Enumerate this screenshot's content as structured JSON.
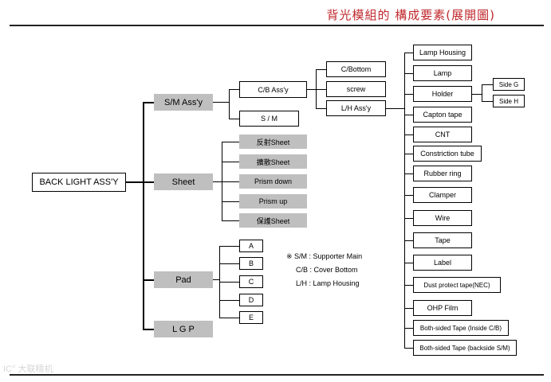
{
  "title": "背光模組的 構成要素(展開圖)",
  "root": "BACK LIGHT ASS'Y",
  "level1": [
    "S/M Ass'y",
    "Sheet",
    "Pad",
    "L G P"
  ],
  "sm": [
    "C/B Ass'y",
    "S / M"
  ],
  "cb": [
    "C/Bottom",
    "screw",
    "L/H Ass'y"
  ],
  "sheets": [
    "反射Sheet",
    "擴散Sheet",
    "Prism down",
    "Prism up",
    "保護Sheet"
  ],
  "pads": [
    "A",
    "B",
    "C",
    "D",
    "E"
  ],
  "lh": [
    "Lamp Housing",
    "Lamp",
    "Holder",
    "Capton tape",
    "CNT",
    "Constriction tube",
    "Rubber ring",
    "Clamper",
    "Wire",
    "Tape",
    "Label",
    "Dust protect tape(NEC)",
    "OHP Film",
    "Both-sided Tape (Inside C/B)",
    "Both-sided Tape (backside S/M)"
  ],
  "holder": [
    "Side G",
    "Side H"
  ],
  "notes": {
    "line1": "※ S/M : Supporter Main",
    "line2": "C/B : Cover Bottom",
    "line3": "L/H : Lamp Housing"
  },
  "watermark": "IC° 大联精机"
}
